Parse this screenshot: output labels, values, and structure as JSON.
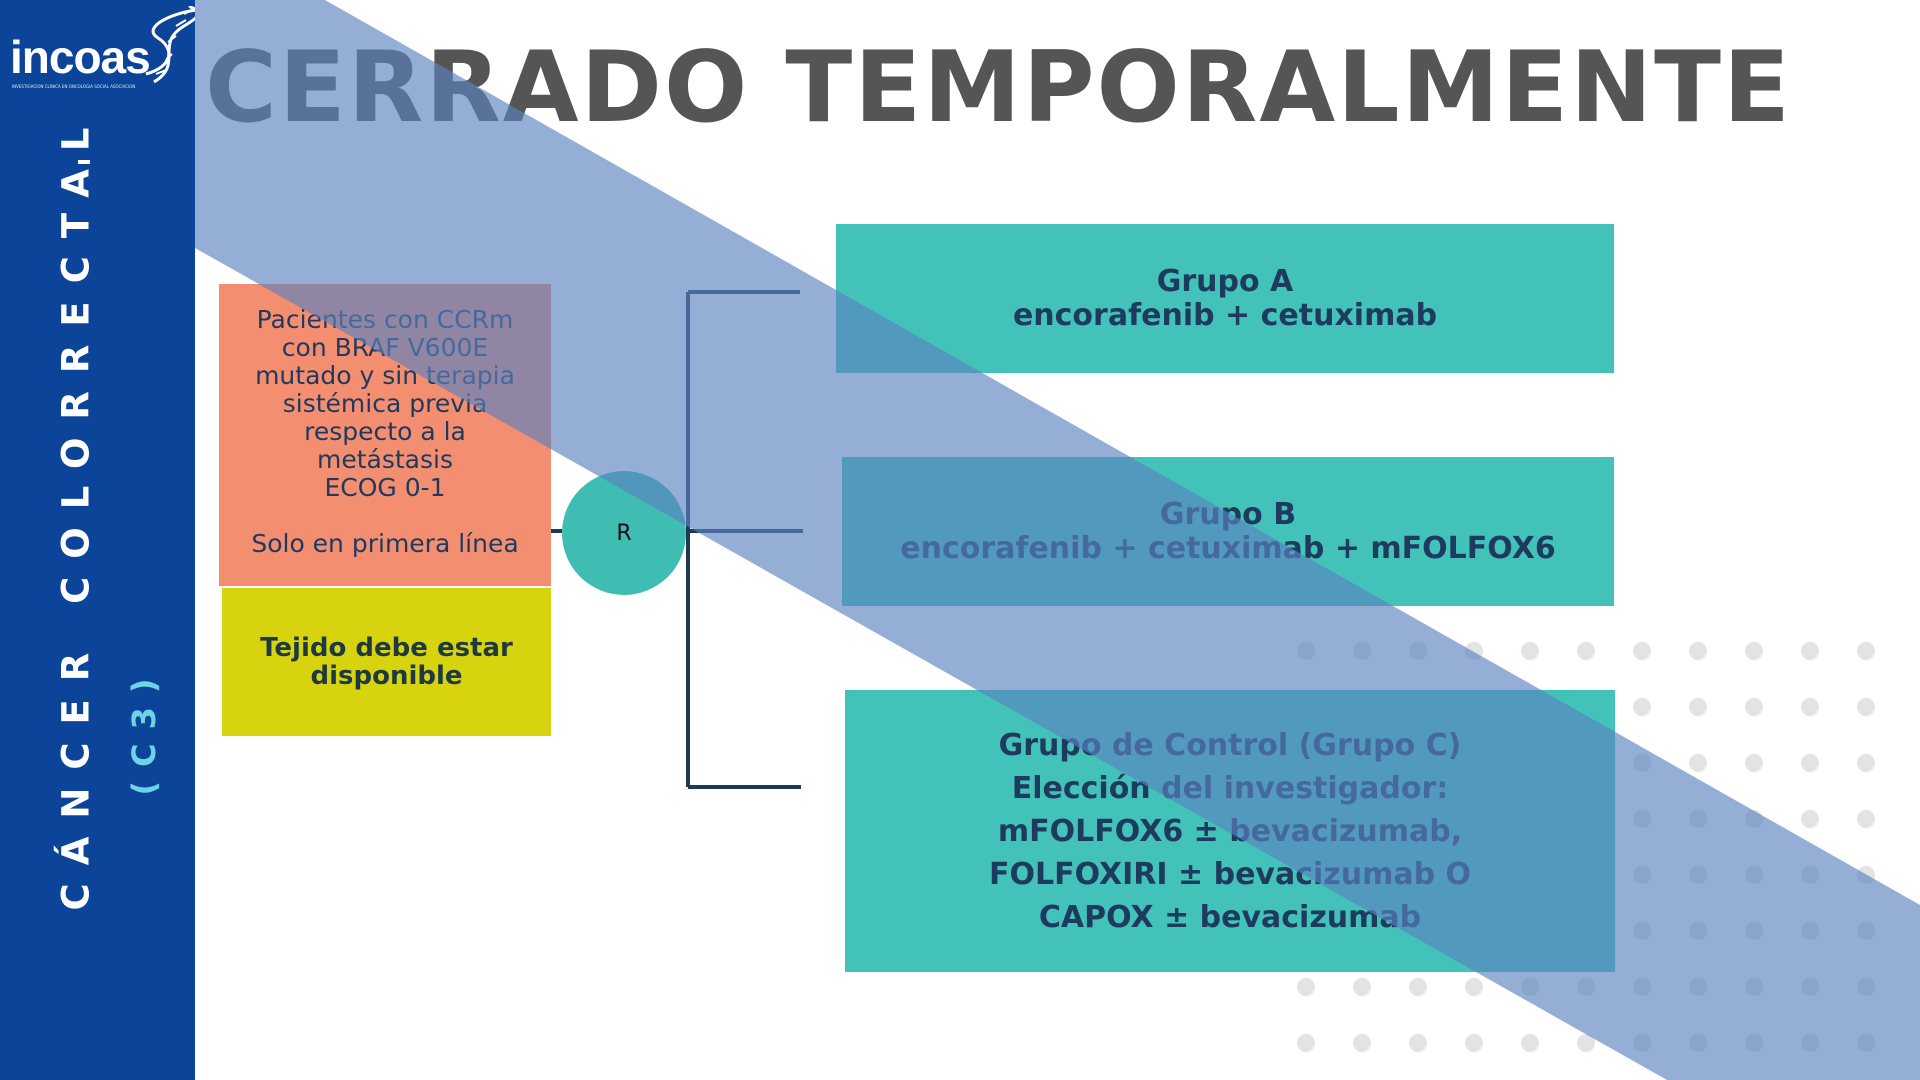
{
  "sidebar": {
    "logo": "incoas",
    "logo_tagline": "INVESTIGACION CLINICA EN ONCOLOGIA SOCIAL ASOCIACION",
    "vertical_title": "CÁNCER COLORRECTAL",
    "vertical_sub": "(C3)"
  },
  "title": "CERRADO TEMPORALMENTE",
  "patients_box": {
    "lines": [
      "Pacientes con CCRm",
      "con BRAF V600E",
      "mutado y sin terapia",
      "sistémica previa",
      "respecto a la",
      "metástasis",
      "ECOG 0-1",
      "",
      "Solo en primera línea"
    ]
  },
  "tissue_box": {
    "lines": [
      "Tejido debe estar",
      "disponible"
    ]
  },
  "randomization": {
    "label": "R"
  },
  "groups": {
    "a": {
      "title": "Grupo A",
      "treatment": "encorafenib + cetuximab"
    },
    "b": {
      "title": "Grupo B",
      "treatment": "encorafenib + cetuximab + mFOLFOX6"
    },
    "c": {
      "lines": [
        "Grupo de Control (Grupo C)",
        "Elección del investigador:",
        "mFOLFOX6 ± bevacizumab,",
        "FOLFOXIRI ± bevacizumab O",
        "CAPOX ± bevacizumab"
      ]
    }
  },
  "colors": {
    "sidebar": "#0c4499",
    "title": "#555555",
    "patients_box": "#f48e70",
    "tissue_box": "#d7d40f",
    "group_box": "#42c2b9",
    "band": "#5b82c0",
    "connector": "#1d3a55"
  }
}
